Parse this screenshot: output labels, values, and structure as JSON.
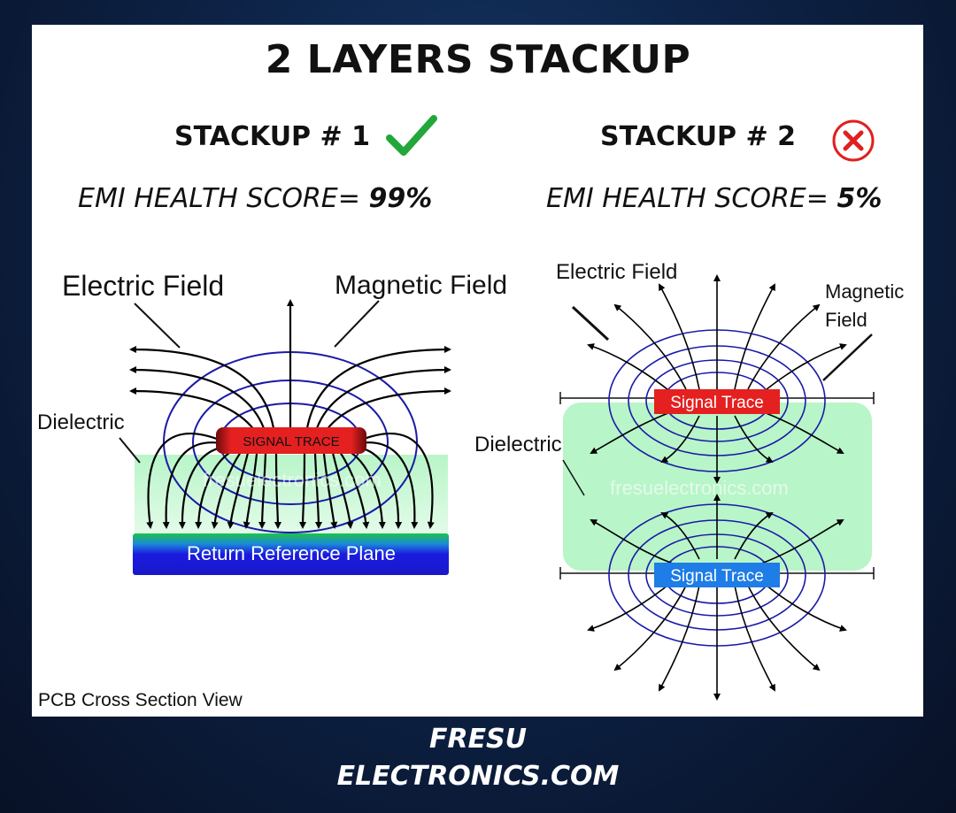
{
  "title": "2 LAYERS STACKUP",
  "stackup1": {
    "label": "STACKUP # 1",
    "status": "check-icon",
    "score_label": "EMI HEALTH SCORE=",
    "score_value": "99%",
    "status_color": "#22a73a"
  },
  "stackup2": {
    "label": "STACKUP # 2",
    "status": "cross-circle-icon",
    "score_label": "EMI HEALTH SCORE=",
    "score_value": "5%",
    "status_color": "#e02020"
  },
  "diagram1": {
    "electric_field": "Electric Field",
    "magnetic_field": "Magnetic Field",
    "dielectric": "Dielectric",
    "signal_trace": "SIGNAL TRACE",
    "return_plane": "Return Reference Plane",
    "watermark": "fresuelectronics.com"
  },
  "diagram2": {
    "electric_field": "Electric Field",
    "magnetic_field_line1": "Magnetic",
    "magnetic_field_line2": "Field",
    "dielectric": "Dielectric",
    "signal_trace_top": "Signal Trace",
    "signal_trace_bottom": "Signal Trace",
    "watermark": "fresuelectronics.com"
  },
  "caption": "PCB Cross Section View",
  "footer": {
    "line1": "FRESU",
    "line2": "ELECTRONICS.COM"
  },
  "colors": {
    "field_blue": "#1a1aa8",
    "dielectric_green": "#b8f5c8",
    "trace_red": "#e52020",
    "trace_blue": "#1e7de6",
    "plane_blue": "#1b1be0"
  }
}
